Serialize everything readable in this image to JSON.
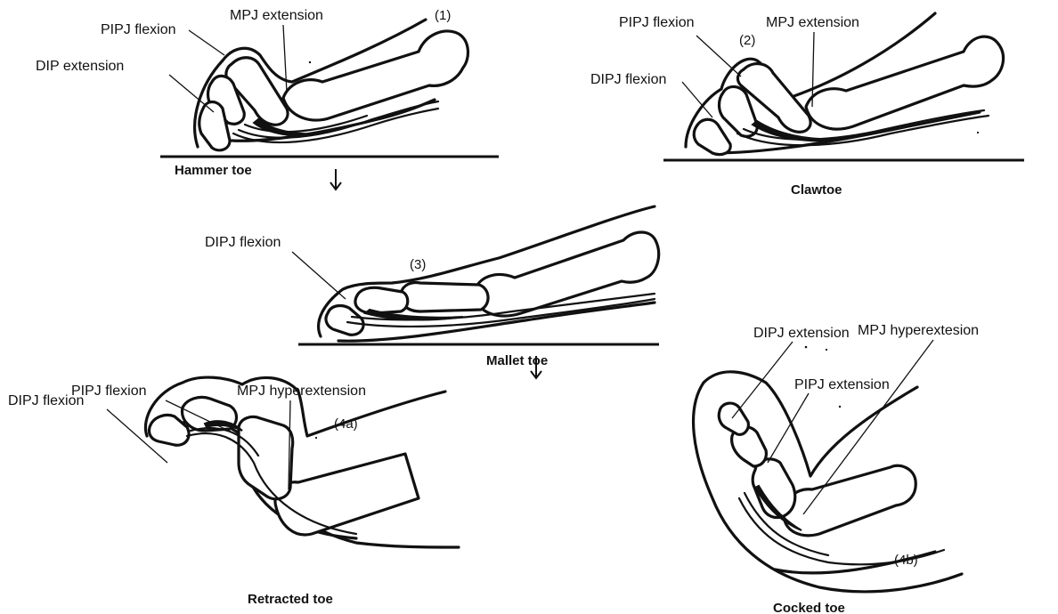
{
  "panels": [
    {
      "number": "(1)",
      "caption": "Hammer toe",
      "labels": [
        "PIPJ flexion",
        "MPJ extension",
        "DIP extension"
      ]
    },
    {
      "number": "(2)",
      "caption": "Clawtoe",
      "labels": [
        "PIPJ flexion",
        "MPJ extension",
        "DIPJ flexion"
      ]
    },
    {
      "number": "(3)",
      "caption": "Mallet toe",
      "labels": [
        "DIPJ flexion"
      ]
    },
    {
      "number": "(4a)",
      "caption": "Retracted toe",
      "labels": [
        "PIPJ flexion",
        "MPJ hyperextension",
        "DIPJ flexion"
      ]
    },
    {
      "number": "(4b)",
      "caption": "Cocked toe",
      "labels": [
        "DIPJ extension",
        "MPJ hyperextesion",
        "PIPJ extension"
      ]
    }
  ]
}
